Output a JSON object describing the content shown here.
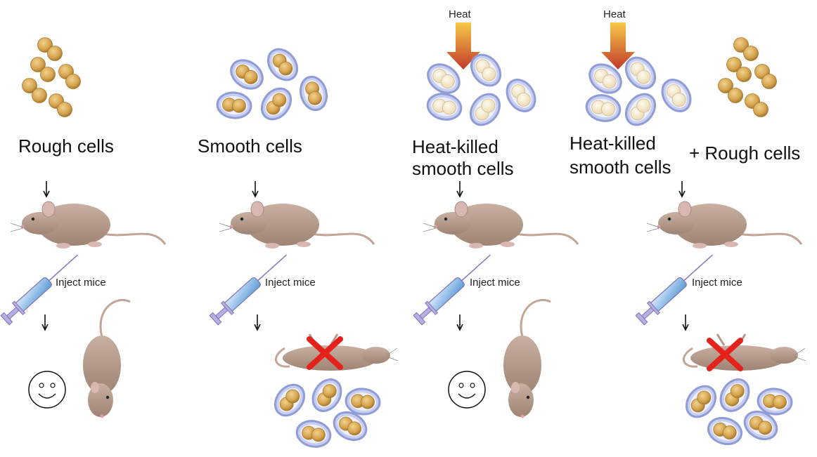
{
  "columns": [
    {
      "id": "rough",
      "label_lines": [
        "Rough cells"
      ],
      "heated": false,
      "inject_label": "Inject mice",
      "outcome": "alive"
    },
    {
      "id": "smooth",
      "label_lines": [
        "Smooth cells"
      ],
      "heated": false,
      "inject_label": "Inject mice",
      "outcome": "dead"
    },
    {
      "id": "heat-killed",
      "label_lines": [
        "Heat-killed",
        "smooth cells"
      ],
      "heated": true,
      "heat_label": "Heat",
      "inject_label": "Inject mice",
      "outcome": "alive"
    },
    {
      "id": "heat-killed-plus-rough",
      "label_lines": [
        "Heat-killed",
        "smooth cells"
      ],
      "extra_label": "+ Rough cells",
      "heated": true,
      "heat_label": "Heat",
      "inject_label": "Inject mice",
      "outcome": "dead"
    }
  ],
  "colors": {
    "rough_cell": "#d4a24e",
    "smooth_capsule": "#9aa7dc",
    "killed_cell": "#f2e6c4",
    "heat_arrow_top": "#f4b63a",
    "heat_arrow_bottom": "#c0392b",
    "mouse_fur": "#b59a8a",
    "death_x": "#e3231b"
  }
}
